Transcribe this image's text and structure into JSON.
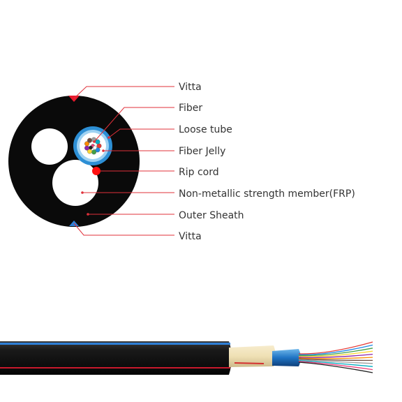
{
  "labels": [
    {
      "id": "vitta-top",
      "text": "Vitta"
    },
    {
      "id": "fiber",
      "text": "Fiber"
    },
    {
      "id": "loose-tube",
      "text": "Loose tube"
    },
    {
      "id": "fiber-jelly",
      "text": "Fiber Jelly"
    },
    {
      "id": "rip-cord",
      "text": "Rip cord"
    },
    {
      "id": "frp",
      "text": "Non-metallic strength member(FRP)"
    },
    {
      "id": "outer-sheath",
      "text": "Outer Sheath"
    },
    {
      "id": "vitta-bottom",
      "text": "Vitta"
    }
  ],
  "colors": {
    "sheath": "#0a0a0a",
    "leader": "#e0303a",
    "vitta_top": "#e8192c",
    "vitta_bottom": "#2e7fd6",
    "loose_tube": "#2d8fd5",
    "rip_cord": "#ff1010",
    "fiber_colors": [
      "#e53935",
      "#1e88e5",
      "#43a047",
      "#fdd835",
      "#8e24aa",
      "#fb8c00",
      "#6d4c41",
      "#9e9e9e",
      "#00acc1",
      "#ec407a",
      "#212121",
      "#ffffff"
    ]
  }
}
